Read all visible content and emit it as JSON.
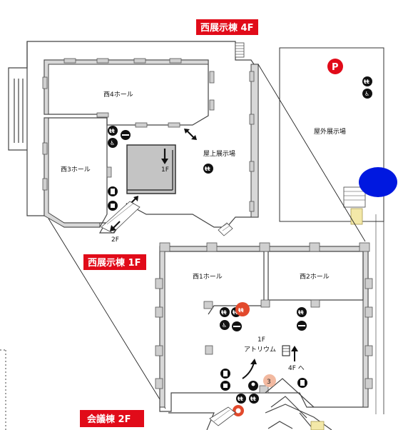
{
  "labels": {
    "west_4f": "西展示棟 4F",
    "west_1f": "西展示棟 1F",
    "conference_2f": "会議棟 2F"
  },
  "rooms": {
    "west4_hall": "西4ホール",
    "west3_hall": "西3ホール",
    "rooftop": "屋上展示場",
    "outdoor": "屋外展示場",
    "west1_hall": "西1ホール",
    "west2_hall": "西2ホール",
    "atrium_floor": "1F",
    "atrium": "アトリウム",
    "to_4f": "4F へ",
    "floor_1f": "1F",
    "floor_2f": "2F",
    "number_3": "3"
  },
  "icons": {
    "parking": "P",
    "restroom": "restroom-icon",
    "wheelchair": "wheelchair-icon",
    "smoking": "smoking-icon",
    "elevator": "elevator-icon",
    "escalator": "escalator-icon"
  },
  "colors": {
    "label_red": "#e10b19",
    "parking_red": "#e10b19",
    "blue_marker": "#0018e0",
    "icon_black": "#111111",
    "info_red": "#e2492c"
  }
}
